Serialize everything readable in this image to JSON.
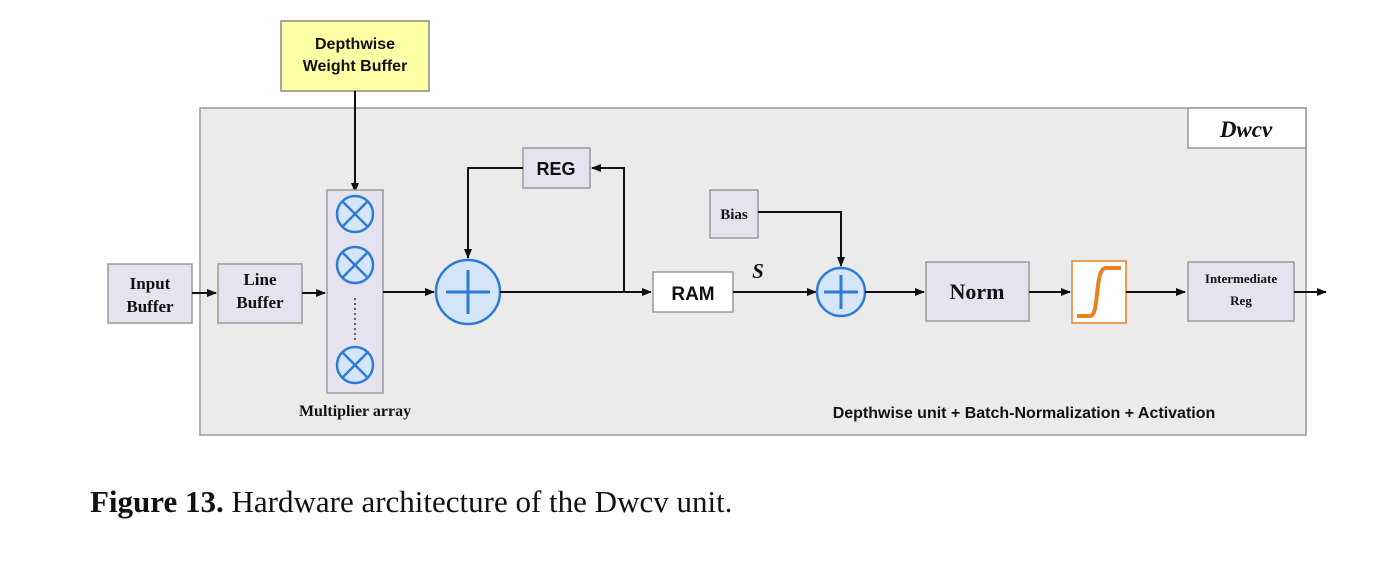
{
  "diagram": {
    "unit_tag": "Dwcv",
    "weight_buffer": {
      "line1": "Depthwise",
      "line2": "Weight Buffer"
    },
    "input_buffer": {
      "line1": "Input",
      "line2": "Buffer"
    },
    "line_buffer": {
      "line1": "Line",
      "line2": "Buffer"
    },
    "multiplier_array_label": "Multiplier array",
    "reg": "REG",
    "ram": "RAM",
    "signal_s": "S",
    "bias": "Bias",
    "norm": "Norm",
    "intermediate_reg": {
      "line1": "Intermediate",
      "line2": "Reg"
    },
    "unit_caption": "Depthwise unit + Batch-Normalization + Activation",
    "activation_icon": "sigmoid-step-icon",
    "multiply_icon": "circled-times-icon",
    "add_icon": "circled-plus-icon"
  },
  "colors": {
    "container_fill": "#ebebeb",
    "box_fill": "#e5e3ef",
    "weight_buffer_fill": "#ffffa6",
    "operator_blue": "#2e7bd6",
    "activation_orange": "#e8821a"
  },
  "caption": {
    "label": "Figure 13.",
    "text": " Hardware architecture of the Dwcv unit."
  }
}
